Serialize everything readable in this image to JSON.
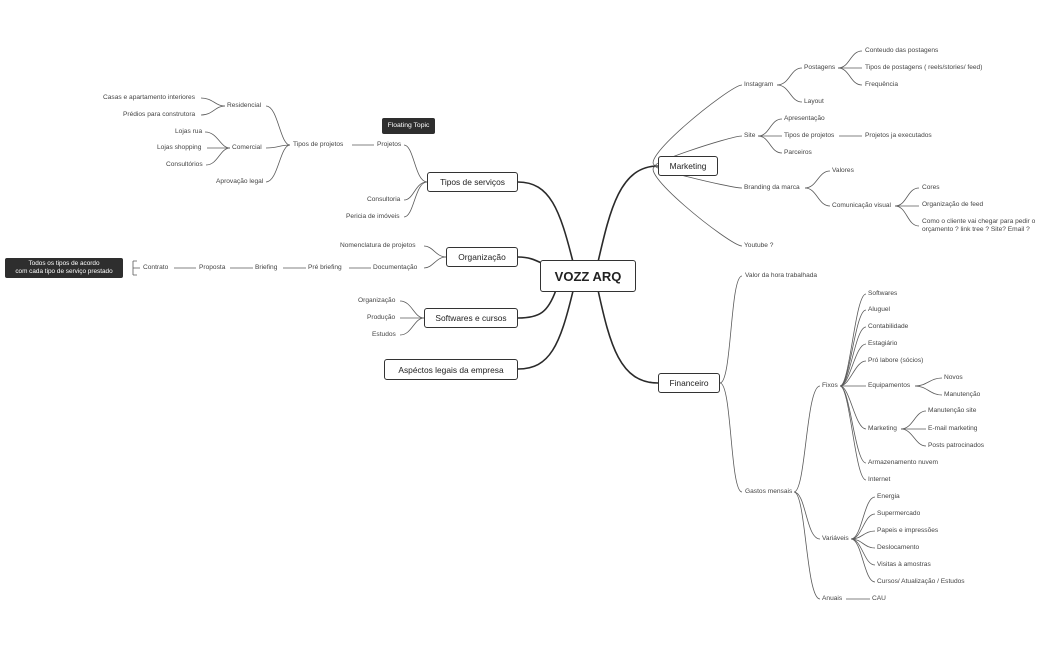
{
  "central": "VOZZ ARQ",
  "floating_topic": "Floating Topic",
  "note": "Todos os tipos de acordo\ncom cada tipo de serviço prestado",
  "tipos_servicos": {
    "title": "Tipos de serviços",
    "projetos": "Projetos",
    "consultoria": "Consultoria",
    "pericia": "Pericia de imóveis",
    "tipos_projetos": "Tipos de  projetos",
    "residencial": "Residencial",
    "casas": "Casas e apartamento interiores",
    "predios": "Prédios para construtora",
    "comercial": "Comercial",
    "lojas_rua": "Lojas rua",
    "lojas_shopping": "Lojas shopping",
    "consultorios": "Consultórios",
    "aprovacao": "Aprovação legal"
  },
  "organizacao": {
    "title": "Organização",
    "nomenclatura": "Nomenclatura de projetos",
    "documentacao": "Documentação",
    "pre_briefing": "Pré briefing",
    "briefing": "Briefing",
    "proposta": "Proposta",
    "contrato": "Contrato"
  },
  "softwares": {
    "title": "Softwares e cursos",
    "organizacao": "Organização",
    "producao": "Produção",
    "estudos": "Estudos"
  },
  "legais": {
    "title": "Aspéctos legais da empresa"
  },
  "marketing": {
    "title": "Marketing",
    "instagram": "Instagram",
    "postagens": "Postagens",
    "conteudo": "Conteudo das postagens",
    "tipos_postagens": "Tipos de postagens ( reels/stories/ feed)",
    "frequencia": "Frequência",
    "layout": "Layout",
    "site": "Site",
    "apresentacao": "Apresentação",
    "tipos_projetos": "Tipos de projetos",
    "projetos_executados": "Projetos ja executados",
    "parceiros": "Parceiros",
    "branding": "Branding da marca",
    "valores": "Valores",
    "comunicacao": "Comunicação visual",
    "cores": "Cores",
    "org_feed": "Organização de feed",
    "como_cliente_1": "Como o cliente vai chegar para pedir o",
    "como_cliente_2": "orçamento ? link tree ? Site? Email ?",
    "youtube": "Youtube ?"
  },
  "financeiro": {
    "title": "Financeiro",
    "valor_hora": "Valor da hora trabalhada",
    "gastos": "Gastos mensais",
    "fixos": "Fixos",
    "softwares": "Softwares",
    "aluguel": "Aluguel",
    "contabilidade": "Contabilidade",
    "estagiario": "Estagiário",
    "pro_labore": "Pró labore (sócios)",
    "equipamentos": "Equipamentos",
    "novos": "Novos",
    "manutencao": "Manutenção",
    "marketing": "Marketing",
    "manut_site": "Manutenção site",
    "email_mkt": "E-mail marketing",
    "posts": "Posts patrocinados",
    "armazenamento": "Armazenamento nuvem",
    "internet": "Internet",
    "variaveis": "Variáveis",
    "energia": "Energia",
    "supermercado": "Supermercado",
    "papeis": "Papeis e impressões",
    "deslocamento": "Deslocamento",
    "visitas": "Visitas à amostras",
    "cursos": "Cursos/ Atualização / Estudos",
    "anuais": "Anuais",
    "cau": "CAU"
  }
}
